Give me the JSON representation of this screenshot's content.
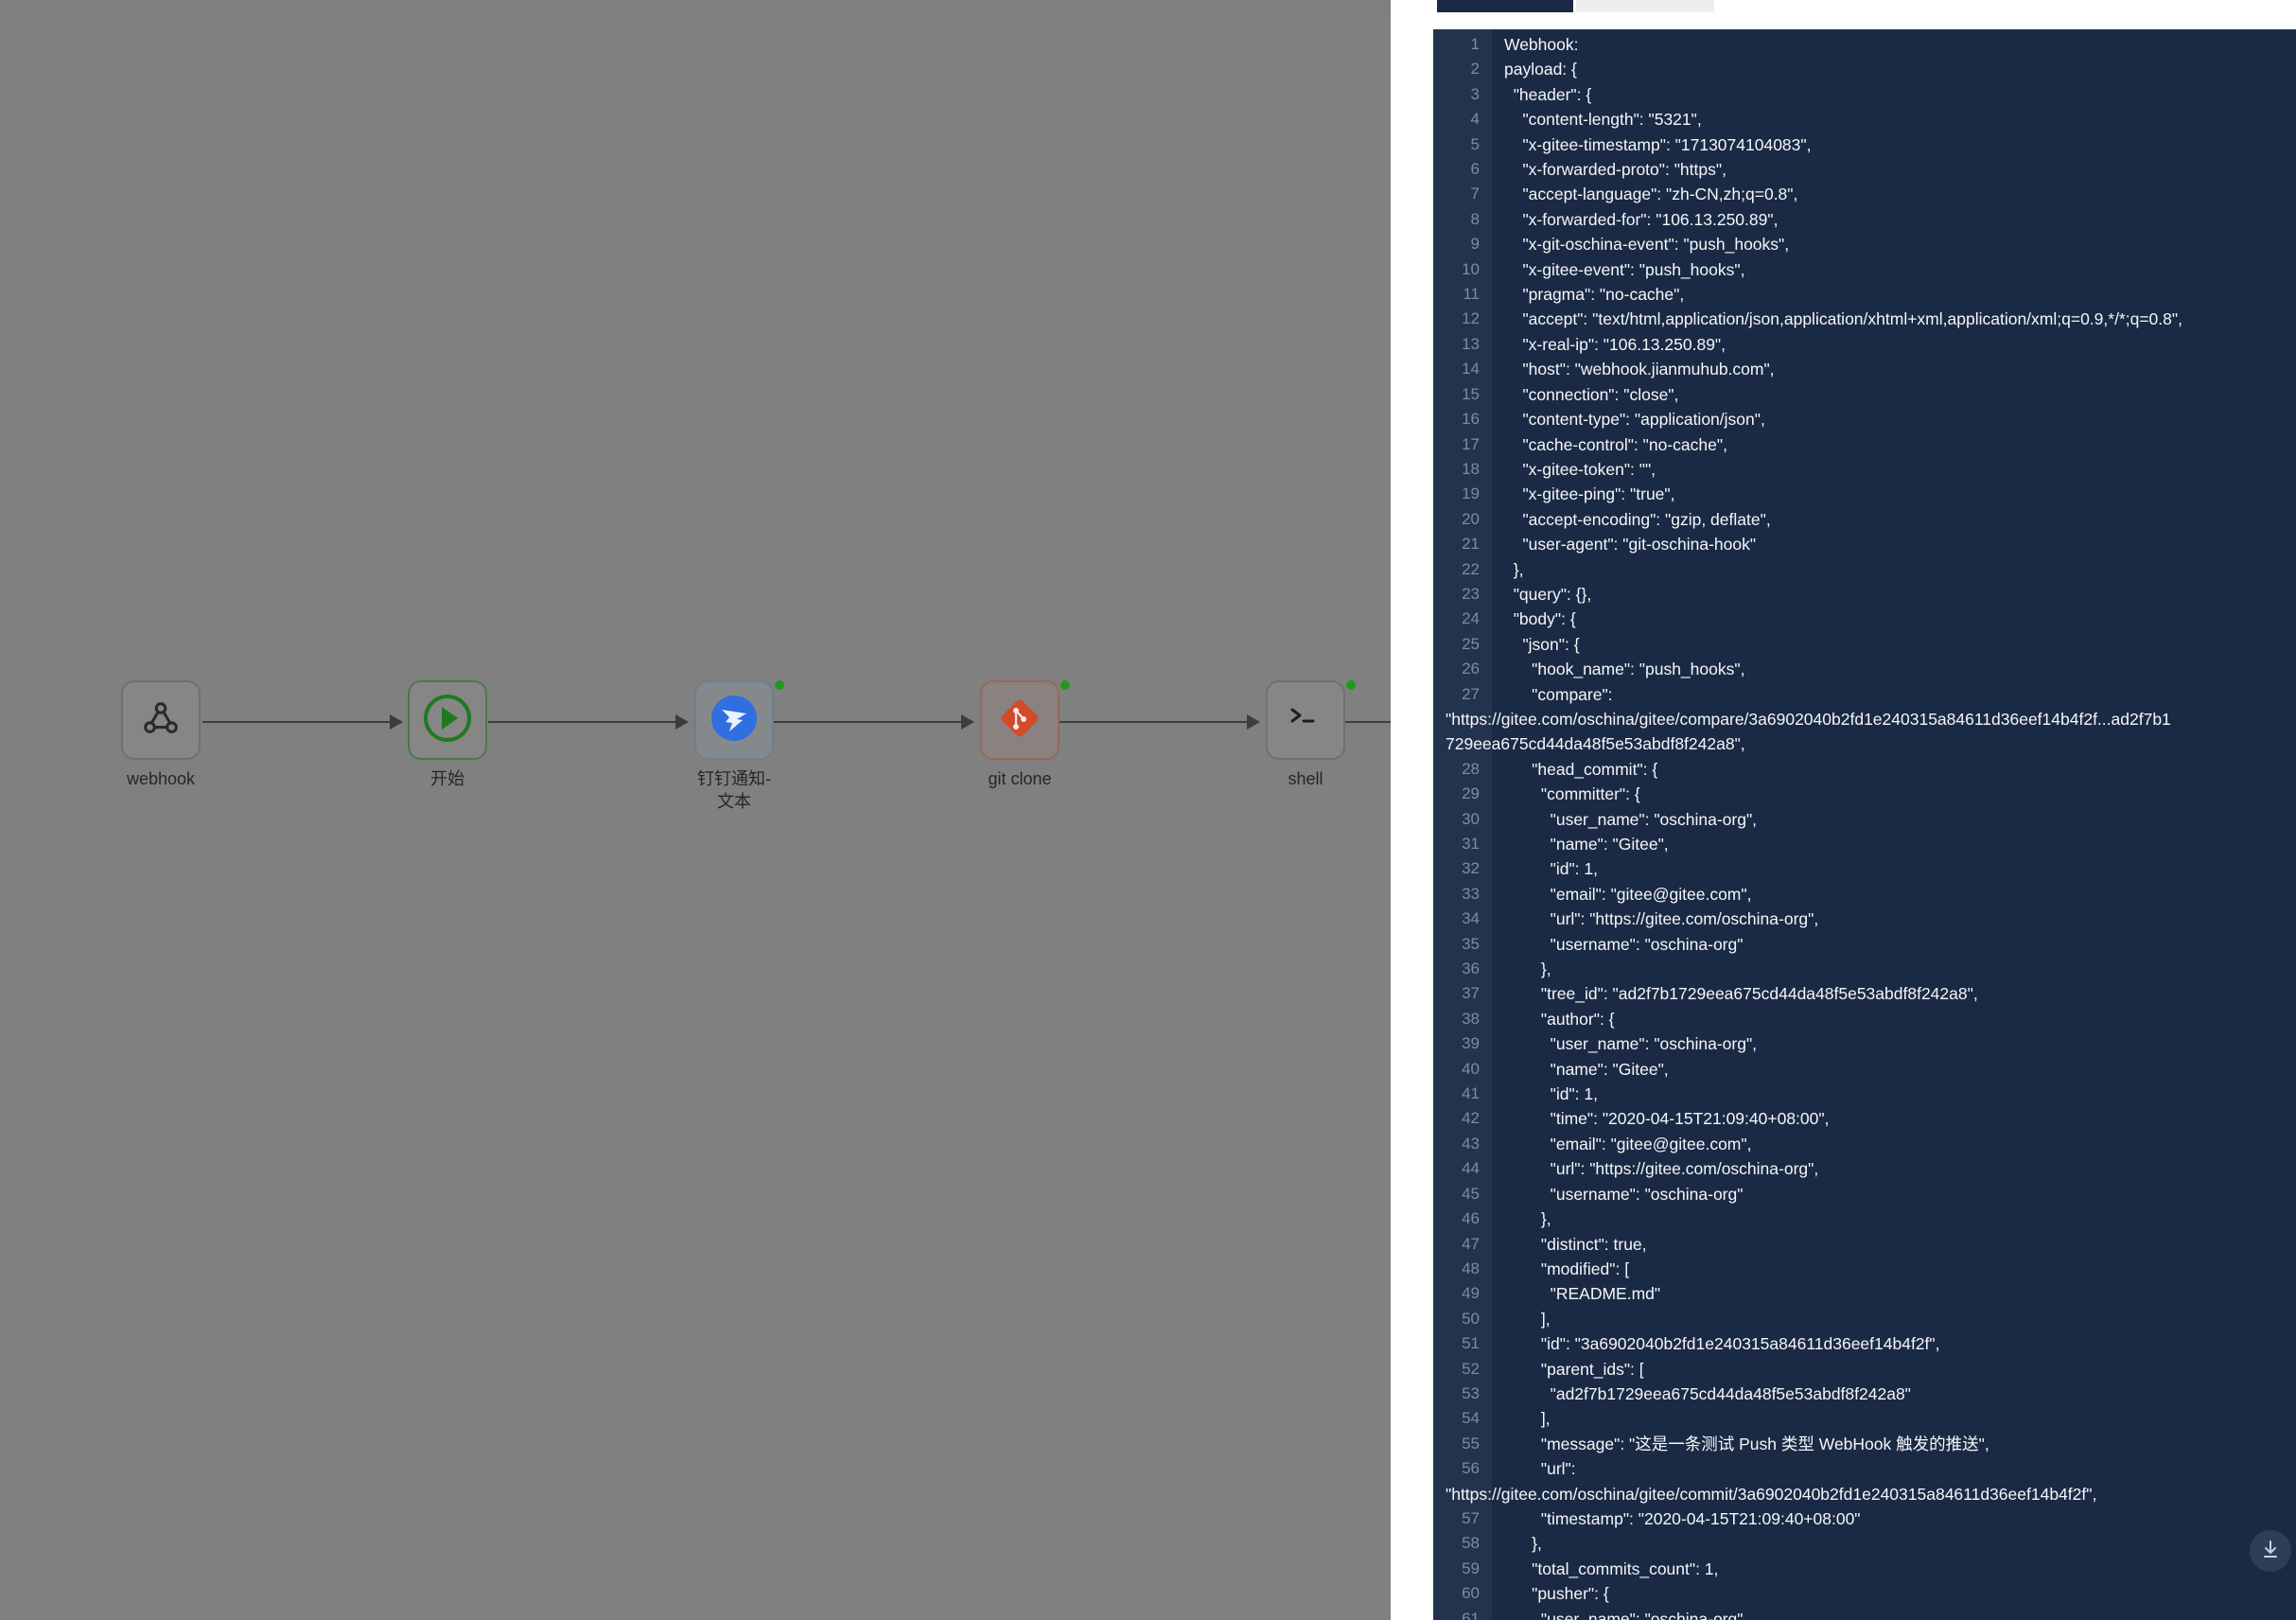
{
  "workflow": {
    "nodes": [
      {
        "label": "webhook",
        "icon": "webhook-icon",
        "status": null
      },
      {
        "label": "开始",
        "icon": "play-icon",
        "status": null
      },
      {
        "label": "钉钉通知-\n文本",
        "icon": "dingtalk-icon",
        "status": "success"
      },
      {
        "label": "git clone",
        "icon": "git-icon",
        "status": "success"
      },
      {
        "label": "shell",
        "icon": "terminal-icon",
        "status": "success"
      }
    ]
  },
  "colors": {
    "overlay": "#808080",
    "code_bg": "#1b2a44",
    "success_dot": "#1f9a1f",
    "start_green": "#1f7a1f",
    "dingtalk_blue": "#2f6fe0",
    "git_orange": "#d24b28"
  },
  "log": {
    "lines": [
      {
        "n": "1",
        "t": "Webhook:"
      },
      {
        "n": "2",
        "t": "payload: {"
      },
      {
        "n": "3",
        "t": "  \"header\": {"
      },
      {
        "n": "4",
        "t": "    \"content-length\": \"5321\","
      },
      {
        "n": "5",
        "t": "    \"x-gitee-timestamp\": \"1713074104083\","
      },
      {
        "n": "6",
        "t": "    \"x-forwarded-proto\": \"https\","
      },
      {
        "n": "7",
        "t": "    \"accept-language\": \"zh-CN,zh;q=0.8\","
      },
      {
        "n": "8",
        "t": "    \"x-forwarded-for\": \"106.13.250.89\","
      },
      {
        "n": "9",
        "t": "    \"x-git-oschina-event\": \"push_hooks\","
      },
      {
        "n": "10",
        "t": "    \"x-gitee-event\": \"push_hooks\","
      },
      {
        "n": "11",
        "t": "    \"pragma\": \"no-cache\","
      },
      {
        "n": "12",
        "t": "    \"accept\": \"text/html,application/json,application/xhtml+xml,application/xml;q=0.9,*/*;q=0.8\","
      },
      {
        "n": "13",
        "t": "    \"x-real-ip\": \"106.13.250.89\","
      },
      {
        "n": "14",
        "t": "    \"host\": \"webhook.jianmuhub.com\","
      },
      {
        "n": "15",
        "t": "    \"connection\": \"close\","
      },
      {
        "n": "16",
        "t": "    \"content-type\": \"application/json\","
      },
      {
        "n": "17",
        "t": "    \"cache-control\": \"no-cache\","
      },
      {
        "n": "18",
        "t": "    \"x-gitee-token\": \"\","
      },
      {
        "n": "19",
        "t": "    \"x-gitee-ping\": \"true\","
      },
      {
        "n": "20",
        "t": "    \"accept-encoding\": \"gzip, deflate\","
      },
      {
        "n": "21",
        "t": "    \"user-agent\": \"git-oschina-hook\""
      },
      {
        "n": "22",
        "t": "  },"
      },
      {
        "n": "23",
        "t": "  \"query\": {},"
      },
      {
        "n": "24",
        "t": "  \"body\": {"
      },
      {
        "n": "25",
        "t": "    \"json\": {"
      },
      {
        "n": "26",
        "t": "      \"hook_name\": \"push_hooks\","
      },
      {
        "n": "27",
        "t": "      \"compare\":"
      },
      {
        "n": "",
        "t": "\"https://gitee.com/oschina/gitee/compare/3a6902040b2fd1e240315a84611d36eef14b4f2f...ad2f7b1",
        "wrap": true
      },
      {
        "n": "",
        "t": "729eea675cd44da48f5e53abdf8f242a8\",",
        "wrap": true
      },
      {
        "n": "28",
        "t": "      \"head_commit\": {"
      },
      {
        "n": "29",
        "t": "        \"committer\": {"
      },
      {
        "n": "30",
        "t": "          \"user_name\": \"oschina-org\","
      },
      {
        "n": "31",
        "t": "          \"name\": \"Gitee\","
      },
      {
        "n": "32",
        "t": "          \"id\": 1,"
      },
      {
        "n": "33",
        "t": "          \"email\": \"gitee@gitee.com\","
      },
      {
        "n": "34",
        "t": "          \"url\": \"https://gitee.com/oschina-org\","
      },
      {
        "n": "35",
        "t": "          \"username\": \"oschina-org\""
      },
      {
        "n": "36",
        "t": "        },"
      },
      {
        "n": "37",
        "t": "        \"tree_id\": \"ad2f7b1729eea675cd44da48f5e53abdf8f242a8\","
      },
      {
        "n": "38",
        "t": "        \"author\": {"
      },
      {
        "n": "39",
        "t": "          \"user_name\": \"oschina-org\","
      },
      {
        "n": "40",
        "t": "          \"name\": \"Gitee\","
      },
      {
        "n": "41",
        "t": "          \"id\": 1,"
      },
      {
        "n": "42",
        "t": "          \"time\": \"2020-04-15T21:09:40+08:00\","
      },
      {
        "n": "43",
        "t": "          \"email\": \"gitee@gitee.com\","
      },
      {
        "n": "44",
        "t": "          \"url\": \"https://gitee.com/oschina-org\","
      },
      {
        "n": "45",
        "t": "          \"username\": \"oschina-org\""
      },
      {
        "n": "46",
        "t": "        },"
      },
      {
        "n": "47",
        "t": "        \"distinct\": true,"
      },
      {
        "n": "48",
        "t": "        \"modified\": ["
      },
      {
        "n": "49",
        "t": "          \"README.md\""
      },
      {
        "n": "50",
        "t": "        ],"
      },
      {
        "n": "51",
        "t": "        \"id\": \"3a6902040b2fd1e240315a84611d36eef14b4f2f\","
      },
      {
        "n": "52",
        "t": "        \"parent_ids\": ["
      },
      {
        "n": "53",
        "t": "          \"ad2f7b1729eea675cd44da48f5e53abdf8f242a8\""
      },
      {
        "n": "54",
        "t": "        ],"
      },
      {
        "n": "55",
        "t": "        \"message\": \"这是一条测试 Push 类型 WebHook 触发的推送\","
      },
      {
        "n": "56",
        "t": "        \"url\":"
      },
      {
        "n": "",
        "t": "\"https://gitee.com/oschina/gitee/commit/3a6902040b2fd1e240315a84611d36eef14b4f2f\",",
        "wrap": true
      },
      {
        "n": "57",
        "t": "        \"timestamp\": \"2020-04-15T21:09:40+08:00\""
      },
      {
        "n": "58",
        "t": "      },"
      },
      {
        "n": "59",
        "t": "      \"total_commits_count\": 1,"
      },
      {
        "n": "60",
        "t": "      \"pusher\": {"
      },
      {
        "n": "61",
        "t": "        \"user_name\": \"oschina-org\","
      }
    ]
  },
  "scroll_button": {
    "icon": "download-arrow-icon"
  }
}
